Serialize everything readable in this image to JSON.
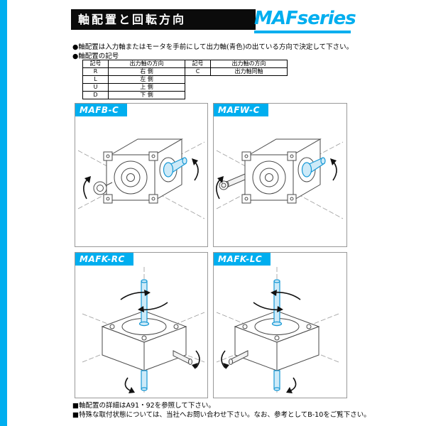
{
  "colors": {
    "accent": "#00AEEF",
    "title_bg": "#0b0b0b",
    "shaft_blue": "#1598d5"
  },
  "header": {
    "title": "軸配置と回転方向",
    "series_logo": "MAFseries"
  },
  "notes": {
    "line1": "●軸配置は入力軸またはモータを手前にして出力軸(青色)の出ている方向で決定して下さい。",
    "line2": "●軸配置の記号"
  },
  "table": {
    "headers": {
      "symbol": "記号",
      "direction": "出力軸の方向"
    },
    "left_rows": [
      [
        "R",
        "右 側"
      ],
      [
        "L",
        "左 側"
      ],
      [
        "U",
        "上 側"
      ],
      [
        "D",
        "下 側"
      ]
    ],
    "right_rows": [
      [
        "C",
        "出力軸同軸"
      ]
    ]
  },
  "panels": [
    {
      "label": "MAFB-C"
    },
    {
      "label": "MAFW-C"
    },
    {
      "label": "MAFK-RC"
    },
    {
      "label": "MAFK-LC"
    }
  ],
  "footer": {
    "line1": "■軸配置の詳細はA91・92を参照して下さい。",
    "line2": "■特殊な取付状態については、当社へお問い合わせ下さい。なお、参考としてB-10をご覧下さい。"
  }
}
